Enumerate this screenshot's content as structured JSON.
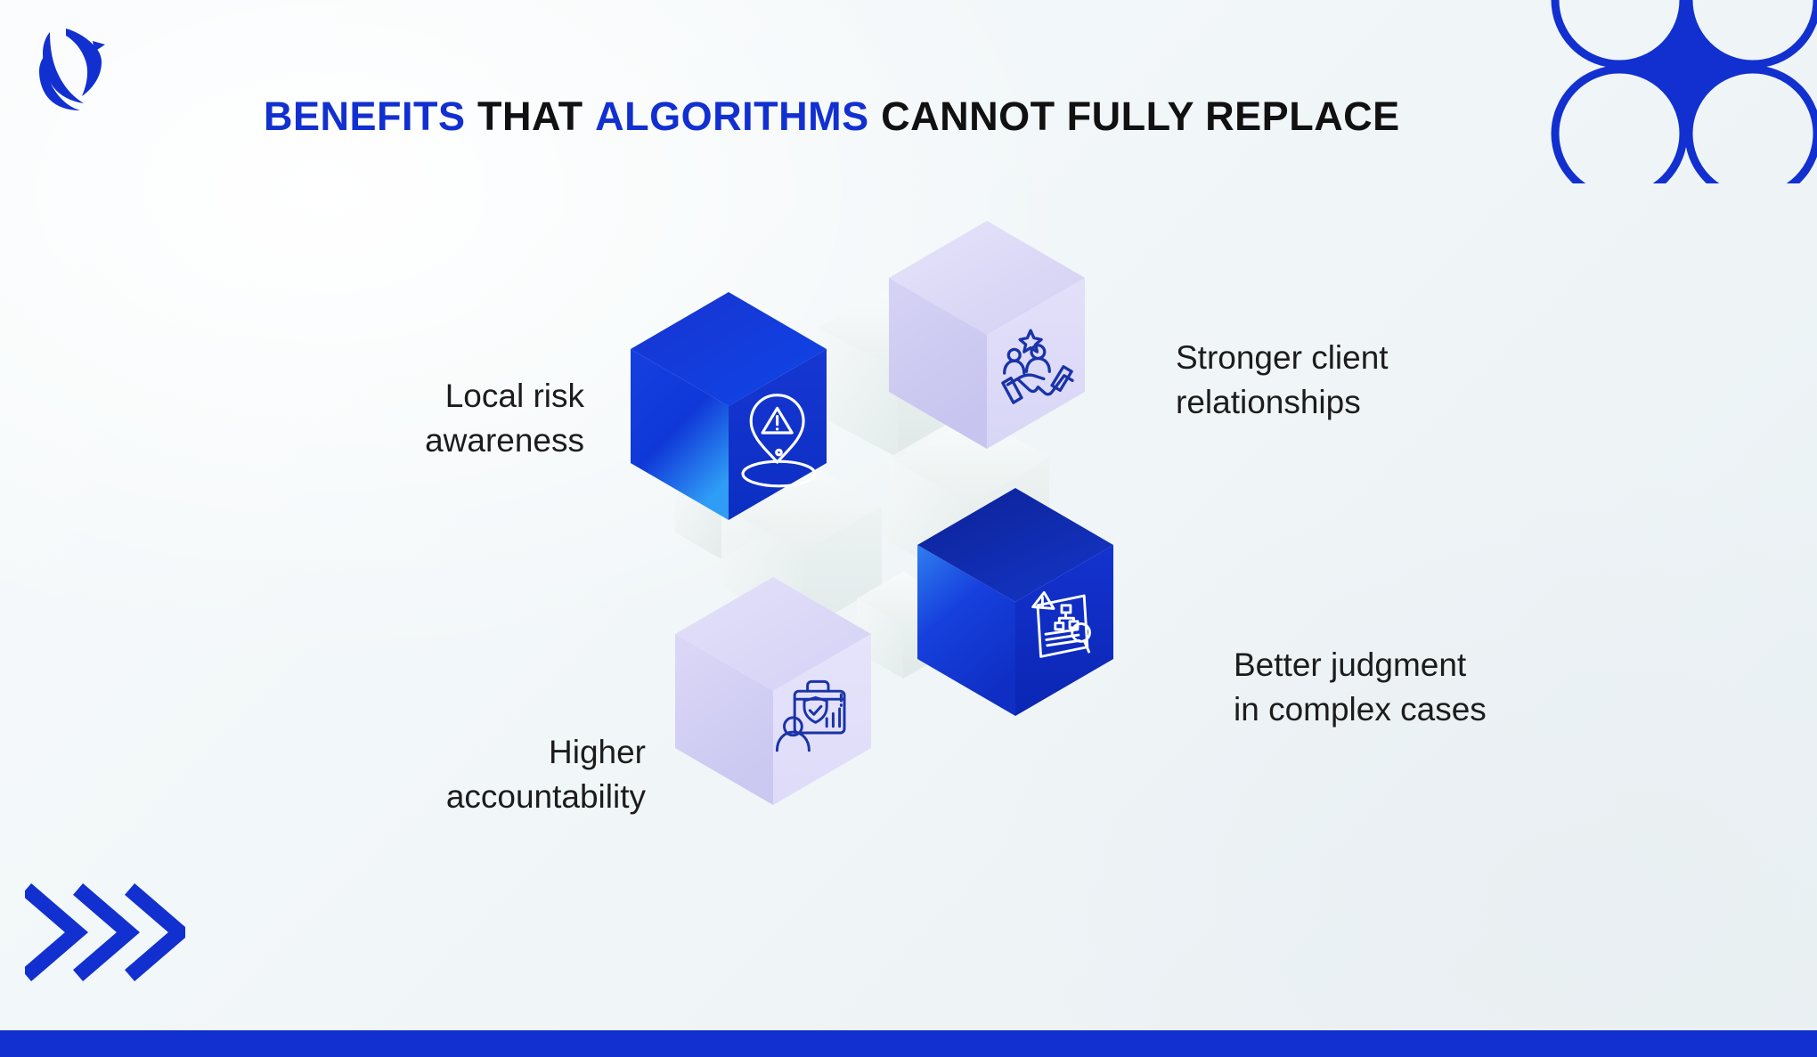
{
  "slide": {
    "title_parts": [
      {
        "text": "BENEFITS",
        "color": "blue"
      },
      {
        "text": "THAT",
        "color": "black"
      },
      {
        "text": "ALGORITHMS",
        "color": "blue"
      },
      {
        "text": "CANNOT FULLY REPLACE",
        "color": "black"
      }
    ],
    "title_full": "BENEFITS THAT ALGORITHMS CANNOT FULLY REPLACE",
    "accent_color": "#1230d0",
    "text_color": "#1c1c1c",
    "background_color": "#f2f7f9"
  },
  "logo": {
    "name": "eagle-falcon-logo",
    "color": "#1230d0"
  },
  "decorations": {
    "circle_pattern": {
      "name": "circle-grid-pattern",
      "color": "#1230d0",
      "circle_count": 4,
      "star_fill": true
    },
    "chevrons": {
      "name": "chevron-arrows",
      "color": "#1230d0",
      "count": 3
    },
    "bottom_bar": {
      "name": "bottom-accent-bar",
      "color": "#1230d0"
    }
  },
  "benefits": [
    {
      "id": "local-risk-awareness",
      "label": "Local risk\nawareness",
      "icon": "location-pin-alert-icon",
      "cube_color": "#1230d0",
      "cube_style": "solid-blue",
      "align": "right"
    },
    {
      "id": "stronger-client-relationships",
      "label": "Stronger client\nrelationships",
      "icon": "handshake-people-star-icon",
      "cube_color": "#d9d7f5",
      "cube_style": "light-lavender",
      "align": "left"
    },
    {
      "id": "better-judgment-complex-cases",
      "label": "Better judgment\nin complex cases",
      "icon": "document-flowchart-magnifier-alert-icon",
      "cube_color": "#1230d0",
      "cube_style": "solid-blue-dark-top",
      "align": "left"
    },
    {
      "id": "higher-accountability",
      "label": "Higher\naccountability",
      "icon": "briefcase-shield-chart-person-icon",
      "cube_color": "#dcd9f7",
      "cube_style": "light-lavender",
      "align": "right"
    }
  ]
}
